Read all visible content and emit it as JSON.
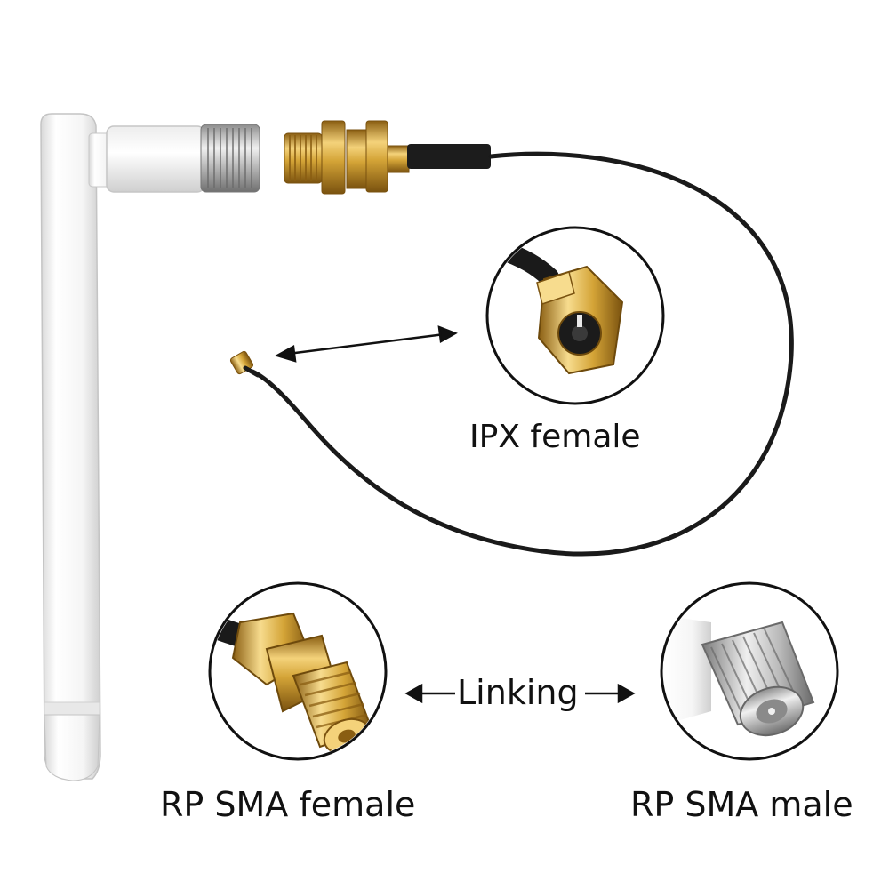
{
  "labels": {
    "ipx_female": "IPX female",
    "rp_sma_female": "RP SMA female",
    "rp_sma_male": "RP SMA male",
    "linking": "Linking"
  },
  "colors": {
    "background": "#ffffff",
    "antenna_white": "#f4f4f4",
    "gold": "#d4a437",
    "cable": "#1a1a1a",
    "text": "#111111"
  }
}
